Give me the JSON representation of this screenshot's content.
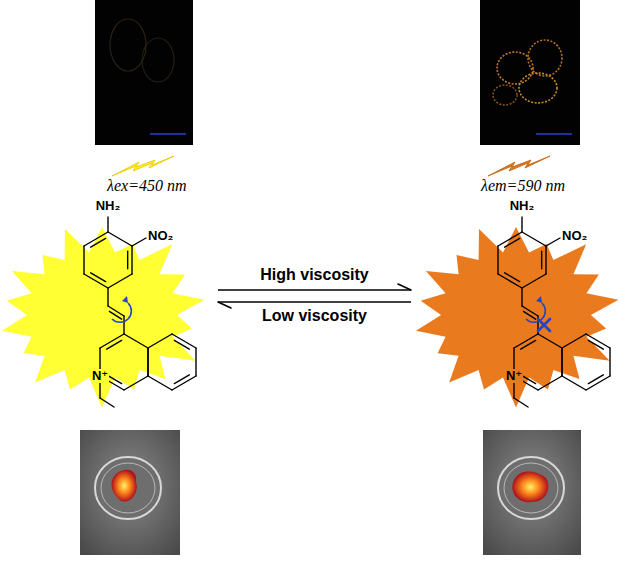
{
  "diagram": {
    "nodes": [
      {
        "text": [
          "NH₂",
          "NO₂",
          "N⁺"
        ]
      },
      {
        "text": [
          "NH₂",
          "NO₂",
          "N⁺"
        ]
      }
    ],
    "edges": [
      {
        "from": 0,
        "to": 1,
        "arrow": "to",
        "label": "High viscosity"
      },
      {
        "from": 1,
        "to": 0,
        "arrow": "to",
        "label": "Low viscosity"
      }
    ],
    "labels": [
      "λex=450 nm",
      "λem=590 nm"
    ]
  }
}
